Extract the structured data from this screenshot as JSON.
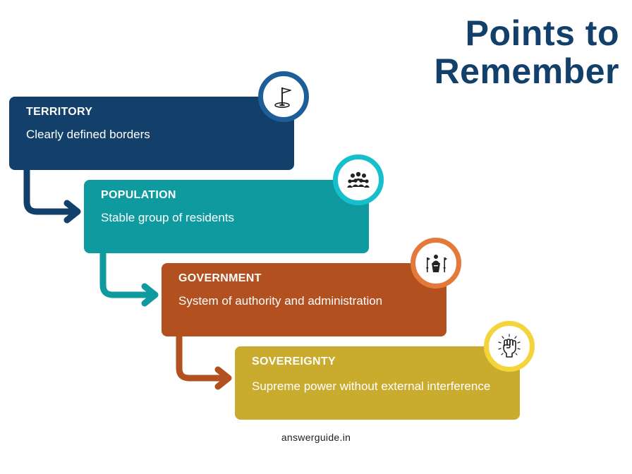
{
  "title": {
    "line1": "Points to",
    "line2": "Remember"
  },
  "steps": [
    {
      "heading": "TERRITORY",
      "description": "Clearly defined borders",
      "color": "#12406a",
      "ring_color": "#1d5e98",
      "icon": "flag-icon"
    },
    {
      "heading": "POPULATION",
      "description": "Stable group of residents",
      "color": "#0f9aa0",
      "ring_color": "#17bfcc",
      "icon": "people-group-icon"
    },
    {
      "heading": "GOVERNMENT",
      "description": "System of authority and administration",
      "color": "#b3501f",
      "ring_color": "#e37a3c",
      "icon": "podium-speaker-icon"
    },
    {
      "heading": "SOVEREIGNTY",
      "description": "Supreme power without external interference",
      "color": "#c9ab2e",
      "ring_color": "#f3d53b",
      "icon": "raised-fist-icon"
    }
  ],
  "footer": {
    "source": "answerguide.in"
  }
}
